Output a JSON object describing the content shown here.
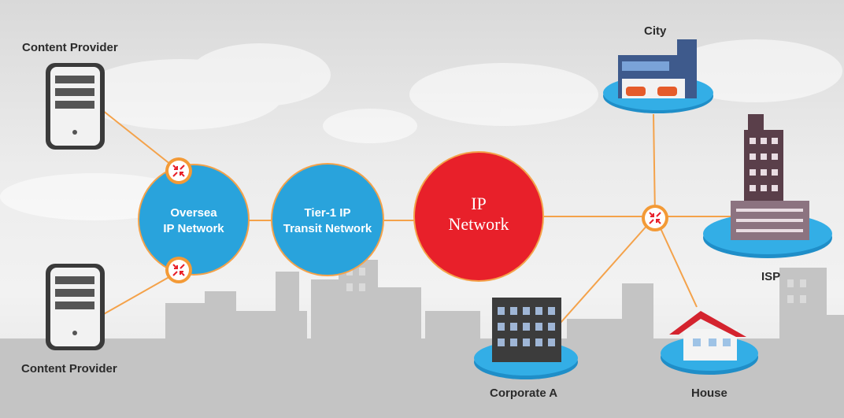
{
  "nodes": {
    "content_provider_top": "Content Provider",
    "content_provider_bottom": "Content Provider",
    "oversea": [
      "Oversea",
      "IP Network"
    ],
    "tier1": [
      "Tier-1 IP",
      "Transit Network"
    ],
    "ip_network": [
      "IP",
      "Network"
    ],
    "city": "City",
    "isp": "ISP",
    "corporate": "Corporate A",
    "house": "House"
  },
  "colors": {
    "link": "#f4a24a",
    "network_blue": "#29a3dc",
    "ip_red": "#e8202a",
    "router_orange": "#f39a36"
  }
}
